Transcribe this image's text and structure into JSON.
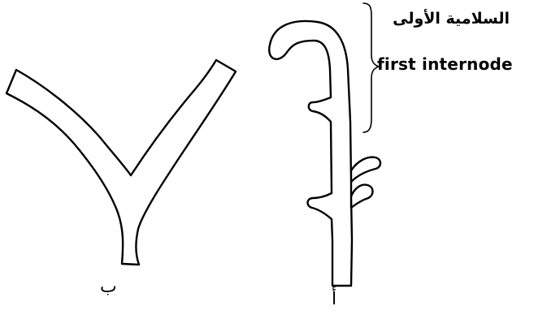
{
  "labels": {
    "internode_arabic": "السلامية الأولى",
    "internode_english": "first internode",
    "figure_a": "أ",
    "figure_b": "ب"
  },
  "colors": {
    "ink": "#000000",
    "paper": "#ffffff"
  }
}
